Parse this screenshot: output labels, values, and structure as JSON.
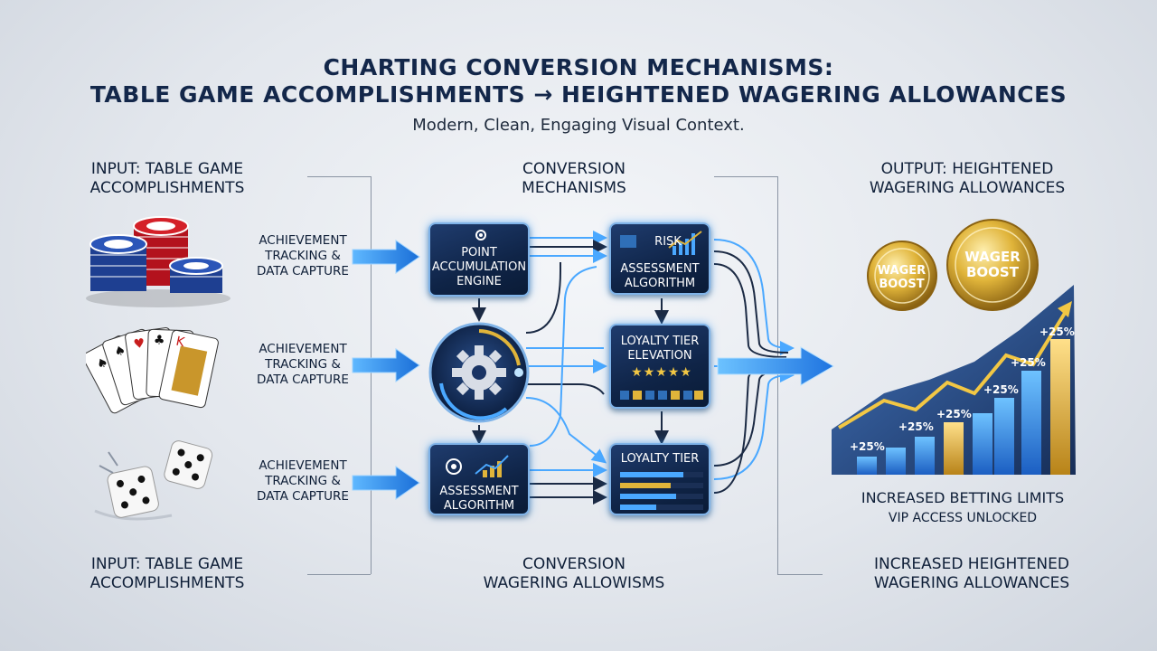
{
  "header": {
    "title_line1": "CHARTING CONVERSION MECHANISMS:",
    "title_line2": "TABLE GAME ACCOMPLISHMENTS → HEIGHTENED WAGERING ALLOWANCES",
    "subtitle": "Modern, Clean, Engaging Visual Context."
  },
  "columns": {
    "input_top": [
      "INPUT: TABLE GAME",
      "ACCOMPLISHMENTS"
    ],
    "center_top": [
      "CONVERSION",
      "MECHANISMS"
    ],
    "output_top": [
      "OUTPUT: HEIGHTENED",
      "WAGERING ALLOWANCES"
    ],
    "input_bottom": [
      "INPUT: TABLE GAME",
      "ACCOMPLISHMENTS"
    ],
    "center_bottom": [
      "CONVERSION",
      "WAGERING ALLOWISMS"
    ],
    "output_bottom": [
      "INCREASED HEIGHTENED",
      "WAGERING ALLOWANCES"
    ]
  },
  "inputs": [
    {
      "icon": "poker-chips-icon",
      "caption": [
        "ACHIEVEMENT",
        "TRACKING &",
        "DATA CAPTURE"
      ]
    },
    {
      "icon": "playing-cards-icon",
      "caption": [
        "ACHIEVEMENT",
        "TRACKING &",
        "DATA CAPTURE"
      ]
    },
    {
      "icon": "dice-icon",
      "caption": [
        "ACHIEVEMENT",
        "TRACKING &",
        "DATA CAPTURE"
      ]
    }
  ],
  "mechanisms": {
    "point_engine": [
      "POINT",
      "ACCUMULATION",
      "ENGINE"
    ],
    "risk_algorithm": [
      "RISK",
      "ASSESSMENT",
      "ALGORITHM"
    ],
    "loyalty_elevation": [
      "LOYALTY TIER",
      "ELEVATION"
    ],
    "assessment_algorithm": [
      "ASSESSMENT",
      "ALGORITHM"
    ],
    "loyalty_tier": [
      "LOYALTY TIER"
    ]
  },
  "output": {
    "coin_left": [
      "WAGER",
      "BOOST"
    ],
    "coin_right": [
      "WAGER",
      "BOOST"
    ],
    "increments": [
      "+25%",
      "+25%",
      "+25%",
      "+25%",
      "+25%",
      "+25%"
    ],
    "result_line1": "INCREASED BETTING LIMITS",
    "result_line2": "VIP ACCESS UNLOCKED"
  },
  "colors": {
    "accent_blue": "#2f9bff",
    "navy": "#0f2447",
    "gold": "#e0b43a"
  }
}
